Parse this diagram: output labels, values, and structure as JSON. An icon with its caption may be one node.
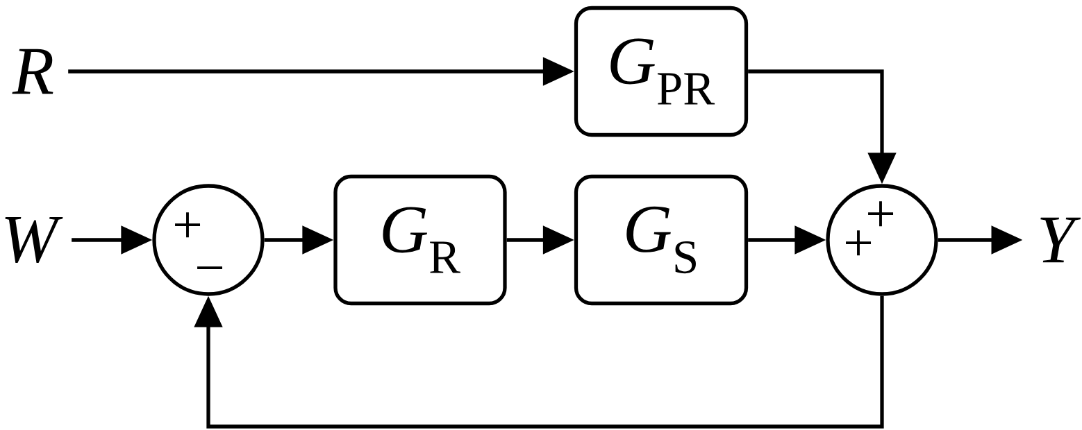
{
  "diagram": {
    "nodes": [
      {
        "text": [
          "R"
        ]
      },
      {
        "text": [
          "*G*$_{PR}$"
        ]
      },
      {
        "text": [
          "W"
        ]
      },
      {
        "text": [
          "+",
          "−"
        ]
      },
      {
        "text": [
          "*G*$_{R}$"
        ]
      },
      {
        "text": [
          "*G*$_{S}$"
        ]
      },
      {
        "text": [
          "+",
          "+"
        ]
      },
      {
        "text": [
          "Y"
        ]
      }
    ],
    "edges": [
      {
        "from": 0,
        "to": 1,
        "arrow": "to"
      },
      {
        "from": 1,
        "to": 6,
        "arrow": "to"
      },
      {
        "from": 2,
        "to": 3,
        "arrow": "to"
      },
      {
        "from": 3,
        "to": 4,
        "arrow": "to"
      },
      {
        "from": 4,
        "to": 5,
        "arrow": "to"
      },
      {
        "from": 5,
        "to": 6,
        "arrow": "to"
      },
      {
        "from": 6,
        "to": 7,
        "arrow": "to"
      },
      {
        "from": 6,
        "to": 3,
        "arrow": "to"
      }
    ]
  }
}
